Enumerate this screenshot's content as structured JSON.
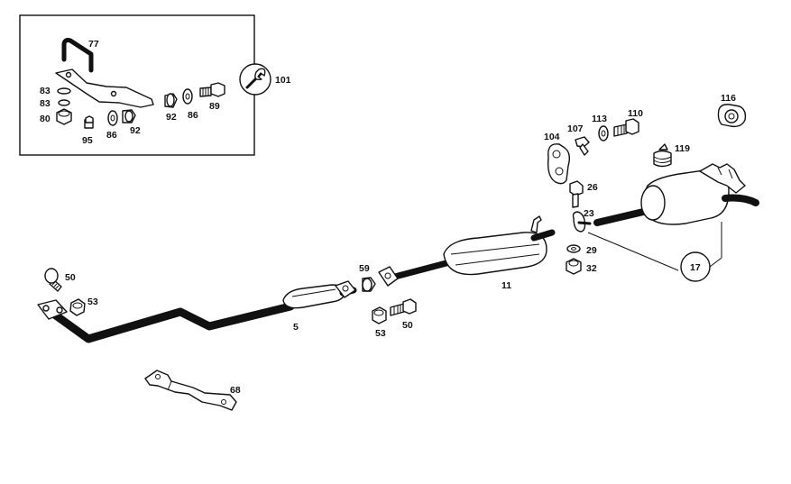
{
  "inset": {
    "labels": [
      "77",
      "83",
      "83",
      "80",
      "95",
      "86",
      "92",
      "92",
      "86",
      "89"
    ],
    "tool_label": "101"
  },
  "parts": {
    "p50a": "50",
    "p53a": "53",
    "p5": "5",
    "p68": "68",
    "p59": "59",
    "p53b": "53",
    "p50b": "50",
    "p11": "11",
    "p104": "104",
    "p107": "107",
    "p113": "113",
    "p110": "110",
    "p116": "116",
    "p119": "119",
    "p26": "26",
    "p23": "23",
    "p29": "29",
    "p32": "32",
    "p17": "17"
  }
}
